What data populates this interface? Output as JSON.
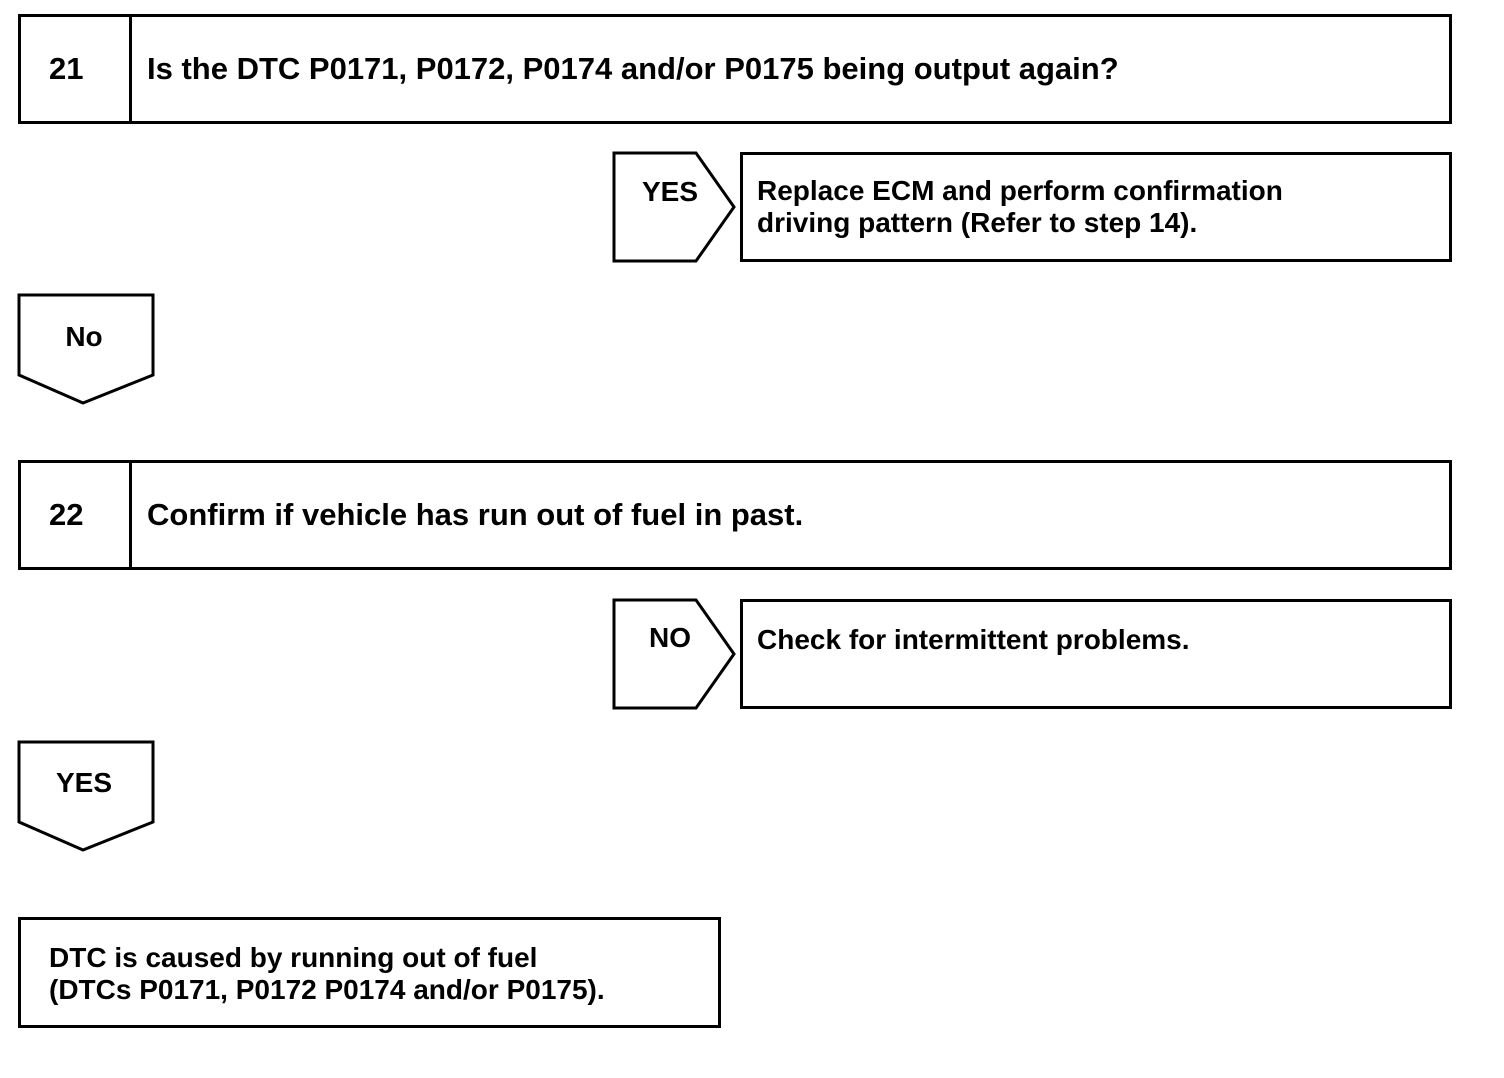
{
  "steps": [
    {
      "number": "21",
      "question": "Is the DTC P0171, P0172, P0174 and/or P0175 being output again?",
      "branch_right": {
        "label": "YES",
        "result": "Replace  ECM and  perform confirmation\ndriving pattern (Refer to step 14)."
      },
      "branch_down": {
        "label": "No"
      }
    },
    {
      "number": "22",
      "question": "Confirm if vehicle has run out of fuel in past.",
      "branch_right": {
        "label": "NO",
        "result": "Check for intermittent problems."
      },
      "branch_down": {
        "label": "YES"
      }
    }
  ],
  "final": {
    "text": "DTC is caused by running out of fuel\n(DTCs P0171, P0172 P0174 and/or P0175)."
  }
}
